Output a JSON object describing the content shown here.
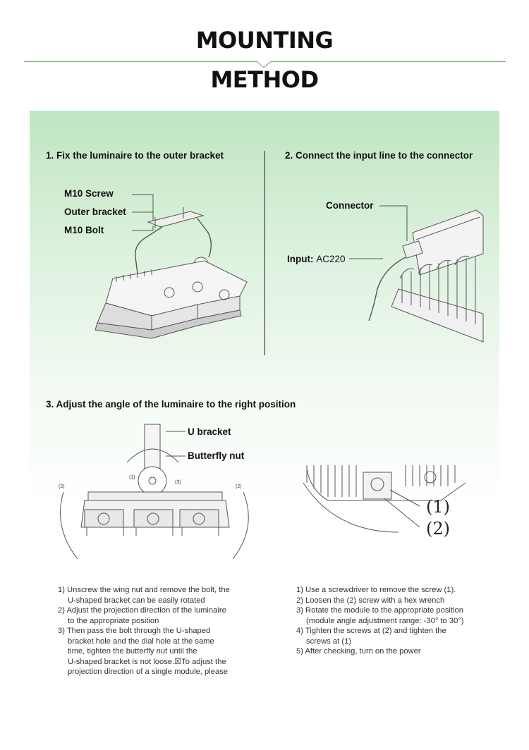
{
  "header": {
    "title_line1": "MOUNTING",
    "title_line2": "METHOD"
  },
  "step1": {
    "heading": "1. Fix the luminaire to the outer bracket",
    "labels": {
      "screw": "M10 Screw",
      "bracket": "Outer bracket",
      "bolt": "M10 Bolt"
    }
  },
  "step2": {
    "heading": "2. Connect the input line to the connector",
    "labels": {
      "connector": "Connector",
      "input_key": "Input:",
      "input_value": "AC220"
    }
  },
  "step3": {
    "heading": "3. Adjust the angle of the luminaire to the right position",
    "labels": {
      "u_bracket": "U bracket",
      "butterfly_nut": "Butterfly nut"
    },
    "diagram_marks": {
      "m1": "(1)",
      "m2": "(2)",
      "m3": "(3)",
      "m2r": "(2)"
    },
    "detail_marks": {
      "m1": "(1)",
      "m2": "(2)"
    }
  },
  "left_instructions": [
    "1) Unscrew the wing nut and remove the bolt, the",
    "U-shaped bracket can be easily rotated",
    "2) Adjust the projection direction of the luminaire",
    "to the appropriate position",
    "3) Then pass the bolt through the U-shaped",
    "bracket hole and the dial hole at the same",
    "time, tighten the butterfly nut until the",
    "U-shaped bracket is not loose.☒To adjust the",
    "projection direction of a single module, please"
  ],
  "right_instructions": [
    "1) Use a screwdriver to remove the screw (1).",
    "2) Loosen the (2) screw with a hex wrench",
    "3) Rotate the module to the appropriate position",
    "(module angle adjustment range: -30° to 30°)",
    "4) Tighten the screws at (2) and tighten the",
    "screws at (1)",
    "5) After checking, turn on the power"
  ]
}
